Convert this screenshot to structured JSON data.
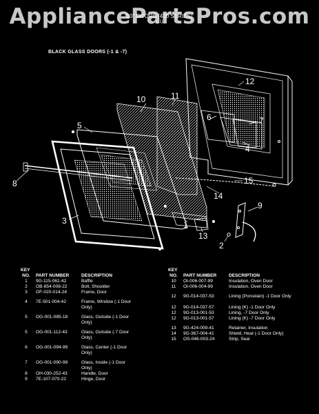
{
  "watermark": "AppliancePartsPros.com",
  "header": {
    "title": "30\" DOORS (400 SERIES)",
    "subtitle": "(-1)"
  },
  "section_title": "BLACK GLASS DOORS (-1 & -7)",
  "callouts": [
    "1",
    "2",
    "3",
    "4",
    "5",
    "6",
    "7",
    "8",
    "9",
    "10",
    "11",
    "12",
    "13",
    "14",
    "15"
  ],
  "table_headers": {
    "key_line1": "KEY",
    "key_line2": "NO.",
    "part_number": "PART NUMBER",
    "description": "DESCRIPTION"
  },
  "parts_left": [
    {
      "key": "1",
      "part": "9G-115-061-42",
      "desc": "Baffle"
    },
    {
      "key": "2",
      "part": "OB-854-008-22",
      "desc": "Bolt, Shoulder"
    },
    {
      "key": "3",
      "part": "OF-020-014-24",
      "desc": "Frame, Door"
    },
    {
      "key": "4",
      "part": "7E-501-004-42",
      "desc": "Frame, Window (-1 Door Only)"
    },
    {
      "key": "5",
      "part": "OG-001-085-18",
      "desc": "Glass, Outside (-1 Door Only)"
    },
    {
      "key": "5",
      "part": "OG-001-112-43",
      "desc": "Glass, Outside (-7 Door Only)"
    },
    {
      "key": "6",
      "part": "OG-001-094-99",
      "desc": "Glass, Center (-1 Door Only)"
    },
    {
      "key": "7",
      "part": "OG-001-090-99",
      "desc": "Glass, Inside (-1 Door Only)"
    },
    {
      "key": "8",
      "part": "OH-030-252-43",
      "desc": "Handle, Door"
    },
    {
      "key": "9",
      "part": "7E-107-070-22",
      "desc": "Hinge, Door"
    }
  ],
  "parts_right": [
    {
      "key": "10",
      "part": "OI-006-007-99",
      "desc": "Insulation, Oven Door"
    },
    {
      "key": "11",
      "part": "OI-006-004-99",
      "desc": "Insulation, Oven Door"
    },
    {
      "key": "12",
      "part": "9G-014-037-53",
      "desc": "Lining (Porcelain) -1 Door Only"
    },
    {
      "key": "12",
      "part": "9G-014-037-57",
      "desc": "Lining (K) -1 Door Only"
    },
    {
      "key": "12",
      "part": "9G-013-001-53",
      "desc": "Lining, -7 Door Only"
    },
    {
      "key": "12",
      "part": "9G-013-001-57",
      "desc": "Lining (K) -7 Door Only"
    },
    {
      "key": "13",
      "part": "9G-424-009-41",
      "desc": "Retainer, Insulation"
    },
    {
      "key": "14",
      "part": "9G-367-004-41",
      "desc": "Shield, Heat (-1 Door Only)"
    },
    {
      "key": "15",
      "part": "OS-046-003-24",
      "desc": "Strip, Seal"
    }
  ]
}
